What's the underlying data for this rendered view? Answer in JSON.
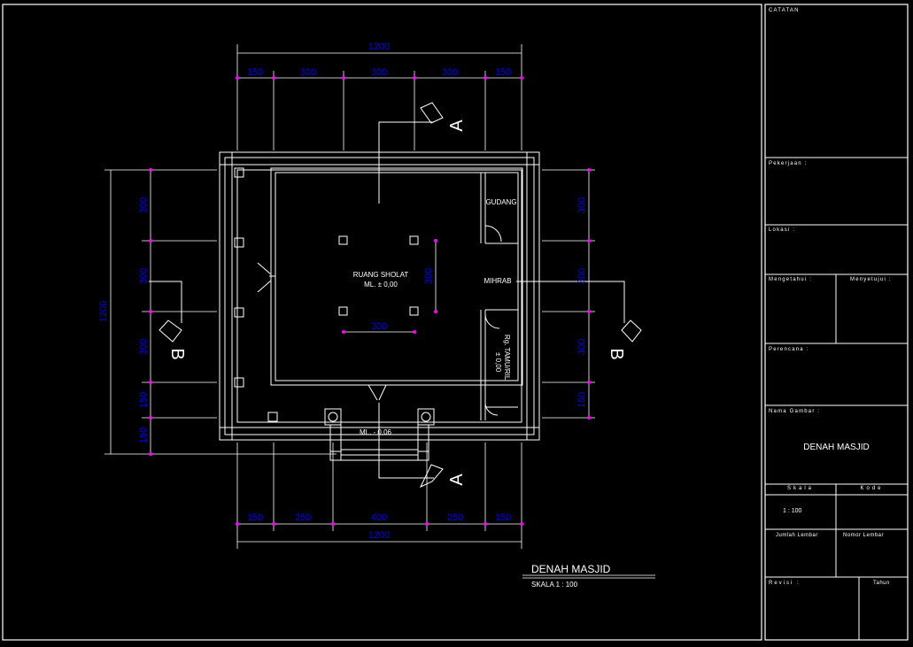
{
  "drawing": {
    "top_total": "1200",
    "bottom_total": "1200",
    "left_total": "1200",
    "top_dims": [
      "150",
      "300",
      "300",
      "300",
      "150"
    ],
    "bottom_dims": [
      "150",
      "250",
      "400",
      "250",
      "150"
    ],
    "left_dims": [
      "300",
      "300",
      "300",
      "150",
      "150"
    ],
    "right_dims": [
      "300",
      "300",
      "300",
      "150"
    ],
    "inner_dim_h": "300",
    "inner_dim_v": "300",
    "section_a": "A",
    "section_b": "B",
    "room_main": "RUANG SHOLAT",
    "room_main_level": "ML. ± 0,00",
    "room_storage": "GUDANG",
    "room_mihrab": "MIHRAB",
    "room_tamu": "Rg. TAMU/RIL",
    "room_tamu_level": "± 0,00",
    "entry_level": "ML. - 0,06",
    "plan_title": "DENAH MASJID",
    "plan_scale": "SKALA 1 : 100"
  },
  "title_block": {
    "catatan": "CATATAN",
    "pekerjaan": "Pekerjaan :",
    "lokasi": "Lokasi :",
    "mengetahui": "Mengetahui :",
    "menyetujui": "Menyetujui :",
    "perencana": "Perencana :",
    "nama_gambar": "Nama Gambar :",
    "drawing_name": "DENAH MASJID",
    "skala_label": "Skala",
    "kode_label": "Kode",
    "skala_value": "1 : 100",
    "jumlah_lembar": "Jumlah Lembar",
    "nomor_lembar": "Nomor Lembar",
    "revisi": "Revisi :",
    "tahun": "Tahun"
  },
  "colors": {
    "background": "#000000",
    "line": "#ffffff",
    "dimension_text": "#0000ff",
    "dimension_tick": "#ff00ff"
  }
}
